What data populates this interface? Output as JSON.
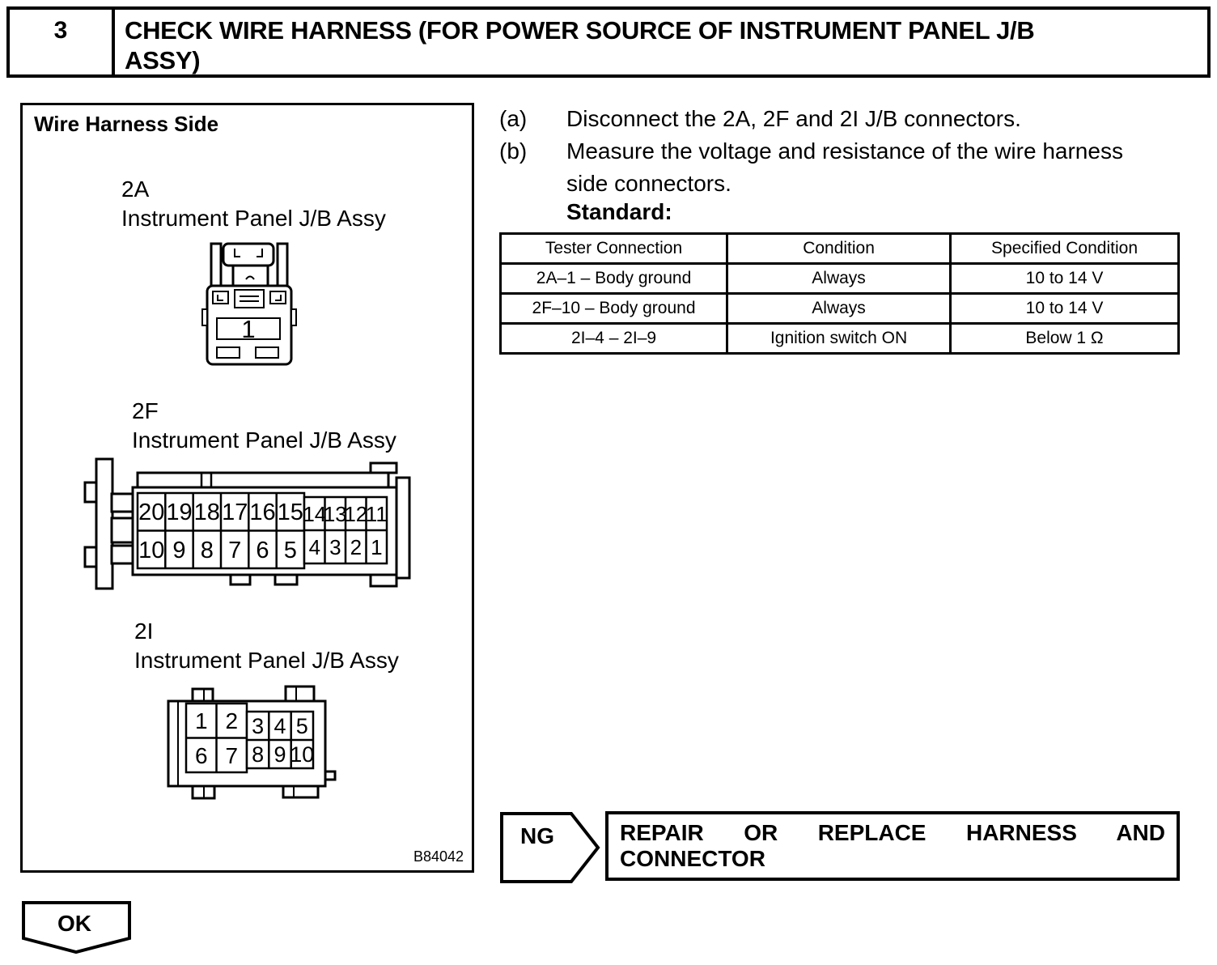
{
  "colors": {
    "ink": "#000000",
    "paper": "#ffffff"
  },
  "header": {
    "step_number": "3",
    "title_lines": [
      "CHECK WIRE HARNESS (FOR POWER SOURCE OF INSTRUMENT PANEL J/B",
      "ASSY)"
    ]
  },
  "figure": {
    "title": "Wire Harness Side",
    "figure_id": "B84042",
    "connector_2a": {
      "code": "2A",
      "name": "Instrument Panel J/B Assy",
      "pin": "1"
    },
    "connector_2f": {
      "code": "2F",
      "name": "Instrument Panel J/B Assy",
      "pins_top": [
        "20",
        "19",
        "18",
        "17",
        "16",
        "15",
        "14",
        "13",
        "12",
        "11"
      ],
      "pins_bottom": [
        "10",
        "9",
        "8",
        "7",
        "6",
        "5",
        "4",
        "3",
        "2",
        "1"
      ]
    },
    "connector_2i": {
      "code": "2I",
      "name": "Instrument Panel J/B Assy",
      "pins_top": [
        "1",
        "2",
        "3",
        "4",
        "5"
      ],
      "pins_bottom": [
        "6",
        "7",
        "8",
        "9",
        "10"
      ]
    }
  },
  "procedure": {
    "step_a_label": "(a)",
    "step_a_text": "Disconnect the 2A, 2F and 2I J/B connectors.",
    "step_b_label": "(b)",
    "step_b_line1": "Measure the voltage and resistance of the wire harness",
    "step_b_line2": "side connectors.",
    "standard_label": "Standard:"
  },
  "standard_table": {
    "headers": [
      "Tester Connection",
      "Condition",
      "Specified Condition"
    ],
    "rows": [
      [
        "2A–1 – Body ground",
        "Always",
        "10 to 14 V"
      ],
      [
        "2F–10 – Body ground",
        "Always",
        "10 to 14 V"
      ],
      [
        "2I–4 – 2I–9",
        "Ignition switch ON",
        "Below 1 Ω"
      ]
    ]
  },
  "decision": {
    "ng_label": "NG",
    "ng_action_line1": "REPAIR OR REPLACE HARNESS AND",
    "ng_action_line2": "CONNECTOR",
    "ok_label": "OK"
  }
}
